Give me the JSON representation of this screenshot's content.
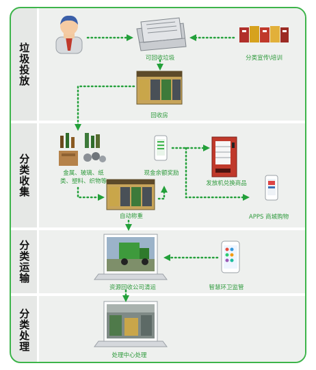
{
  "sections": [
    {
      "label": "垃圾投放"
    },
    {
      "label": "分类收集"
    },
    {
      "label": "分类运输"
    },
    {
      "label": "分类处理"
    }
  ],
  "nodes": {
    "recyclable_waste": "可回收垃圾",
    "promotion_training": "分类宣传\\培训",
    "recycling_house": "回收房",
    "materials_line1": "金属、玻璃、纸",
    "materials_line2": "类、塑料、织物等",
    "cash_reward": "现金余额奖励",
    "vending_exchange": "发放机兑换商品",
    "apps_shopping": "APPS 商城购物",
    "auto_weighing": "自动称重",
    "recycling_company": "资源回收公司清运",
    "smart_monitor": "智慧环卫监管",
    "processing_center": "处理中心处理"
  },
  "colors": {
    "accent": "#3cb44a",
    "arrow": "#23a03a",
    "caption": "#2e9a3c",
    "panel": "#eef0ee",
    "background": "#e6e8e6"
  },
  "icons": [
    "person-icon",
    "newspaper-pile-icon",
    "flyers-icon",
    "kiosk-icon",
    "bottles-icon",
    "phone-icon",
    "vending-machine-icon",
    "truck-icon",
    "warehouse-icon"
  ]
}
